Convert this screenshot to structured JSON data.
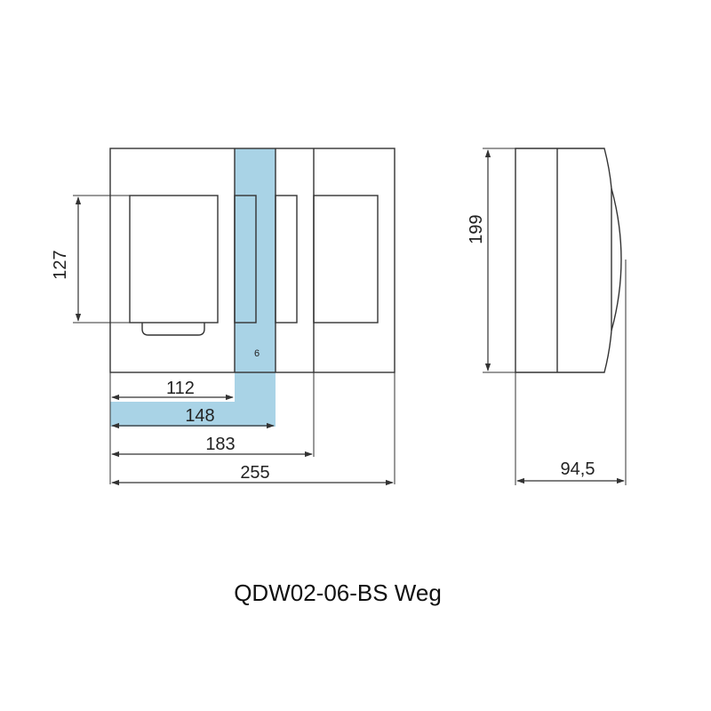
{
  "model_name": "QDW02-06-BS Weg",
  "module_count": "6",
  "highlight_color": "#a9d3e6",
  "line_color": "#333333",
  "dimensions": {
    "height_window": "127",
    "width_112": "112",
    "width_148": "148",
    "width_183": "183",
    "width_255": "255",
    "height_total": "199",
    "depth": "94,5"
  }
}
